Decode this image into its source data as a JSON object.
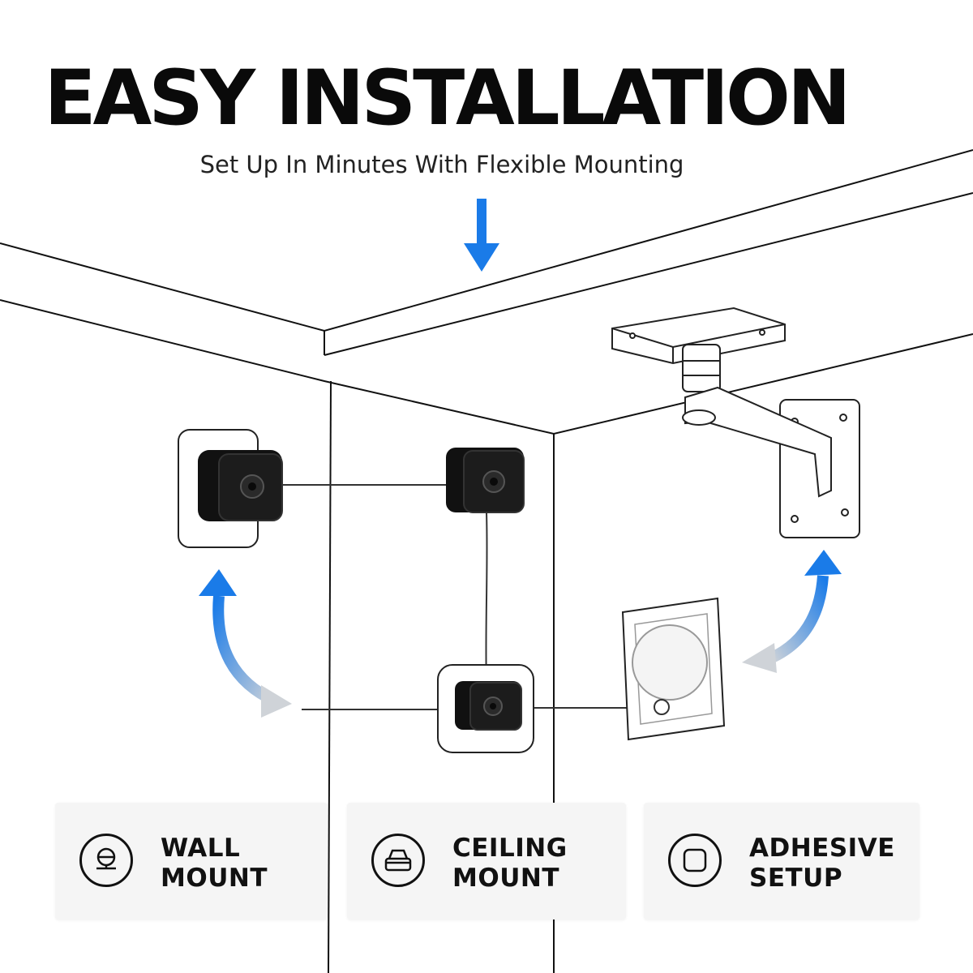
{
  "header": {
    "title": "EASY INSTALLATION",
    "subtitle": "Set Up In Minutes With Flexible Mounting"
  },
  "colors": {
    "accent_blue": "#1a7be8",
    "text": "#0a0a0a",
    "card_bg": "#f5f5f5"
  },
  "features": [
    {
      "icon": "wall-mount-icon",
      "line1": "WALL",
      "line2": "MOUNT"
    },
    {
      "icon": "ceiling-mount-icon",
      "line1": "CEILING",
      "line2": "MOUNT"
    },
    {
      "icon": "adhesive-setup-icon",
      "line1": "ADHESIVE",
      "line2": "SETUP"
    }
  ]
}
